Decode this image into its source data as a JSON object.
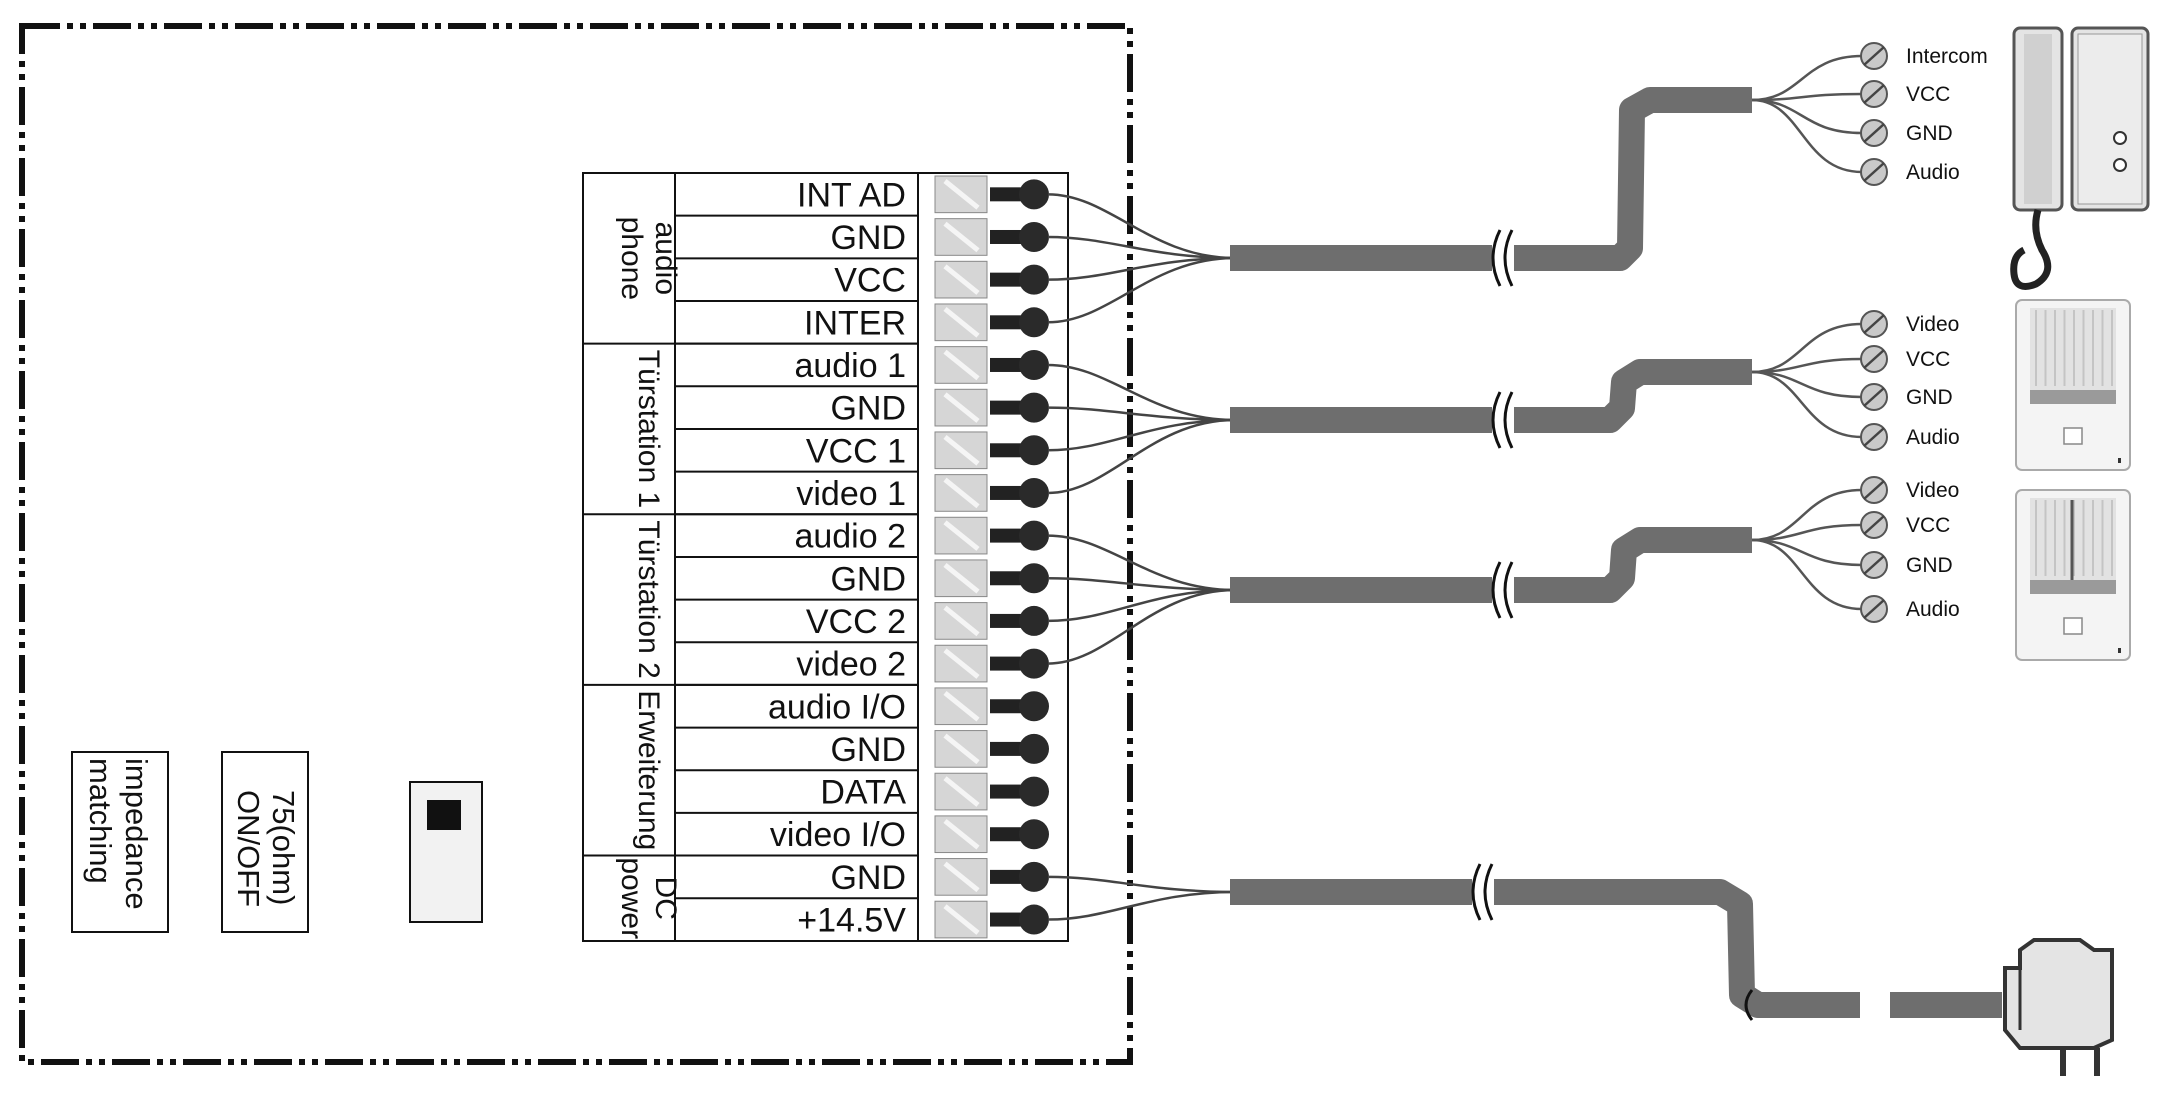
{
  "terminal_groups": [
    {
      "name": "audio phone",
      "lines": [
        "audio",
        "phone"
      ],
      "terminals": [
        "INT AD",
        "GND",
        "VCC",
        "INTER"
      ]
    },
    {
      "name": "Türstation 1",
      "lines": [
        "Türstation 1"
      ],
      "terminals": [
        "audio 1",
        "GND",
        "VCC 1",
        "video 1"
      ]
    },
    {
      "name": "Türstation 2",
      "lines": [
        "Türstation 2"
      ],
      "terminals": [
        "audio 2",
        "GND",
        "VCC 2",
        "video 2"
      ]
    },
    {
      "name": "Erweiterung",
      "lines": [
        "Erweiterung"
      ],
      "terminals": [
        "audio I/O",
        "GND",
        "DATA",
        "video I/O"
      ]
    },
    {
      "name": "DC power",
      "lines": [
        "DC",
        "power"
      ],
      "terminals": [
        "GND",
        "+14.5V"
      ]
    }
  ],
  "devices": [
    {
      "name": "intercom-handset",
      "wires": [
        "Intercom",
        "VCC",
        "GND",
        "Audio"
      ]
    },
    {
      "name": "door-station-1",
      "wires": [
        "Video",
        "VCC",
        "GND",
        "Audio"
      ]
    },
    {
      "name": "door-station-2",
      "wires": [
        "Video",
        "VCC",
        "GND",
        "Audio"
      ]
    }
  ],
  "bottom_labels": {
    "impedance": [
      "impedance",
      "matching"
    ],
    "switch": [
      "75(ohm)",
      "ON/OFF"
    ]
  },
  "colors": {
    "cable": "#6e6e6e",
    "line": "#111111",
    "screw_fill": "#c9c9c9",
    "block_fill": "#d6d6d6",
    "device_fill": "#e4e4e4"
  }
}
